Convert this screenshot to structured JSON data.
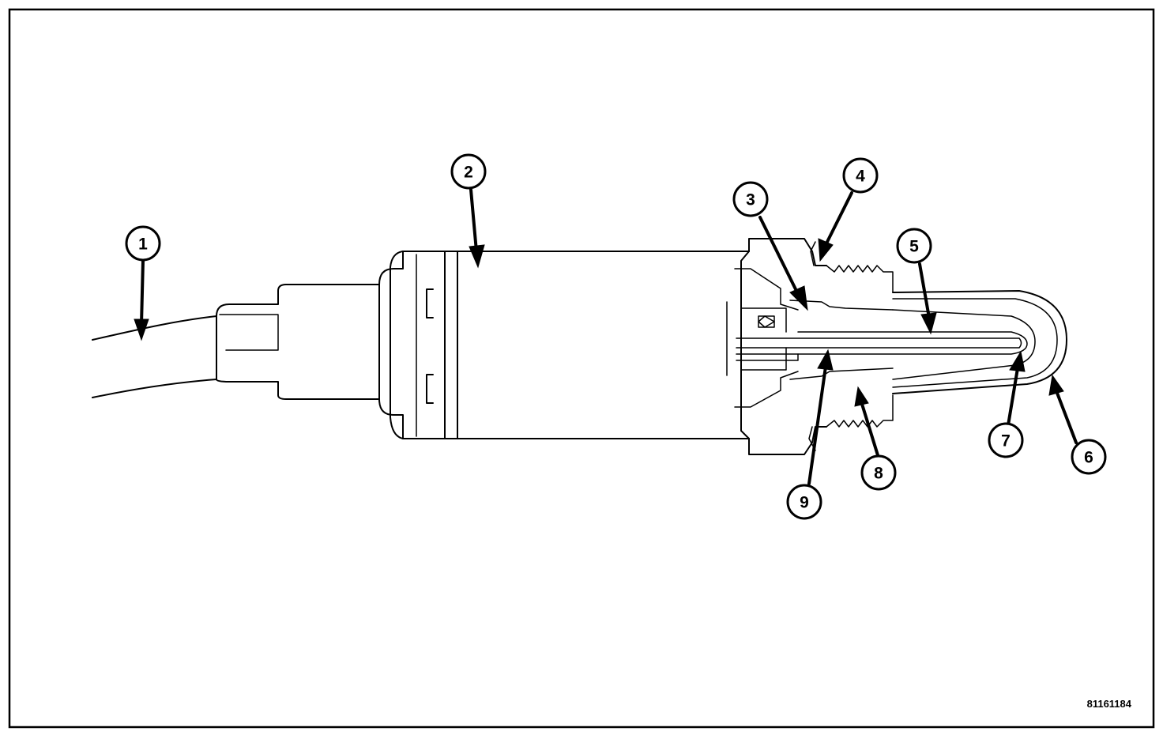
{
  "callouts": [
    {
      "id": "callout-1",
      "label": "1"
    },
    {
      "id": "callout-2",
      "label": "2"
    },
    {
      "id": "callout-3",
      "label": "3"
    },
    {
      "id": "callout-4",
      "label": "4"
    },
    {
      "id": "callout-5",
      "label": "5"
    },
    {
      "id": "callout-6",
      "label": "6"
    },
    {
      "id": "callout-7",
      "label": "7"
    },
    {
      "id": "callout-8",
      "label": "8"
    },
    {
      "id": "callout-9",
      "label": "9"
    }
  ],
  "figure_id": "81161184"
}
